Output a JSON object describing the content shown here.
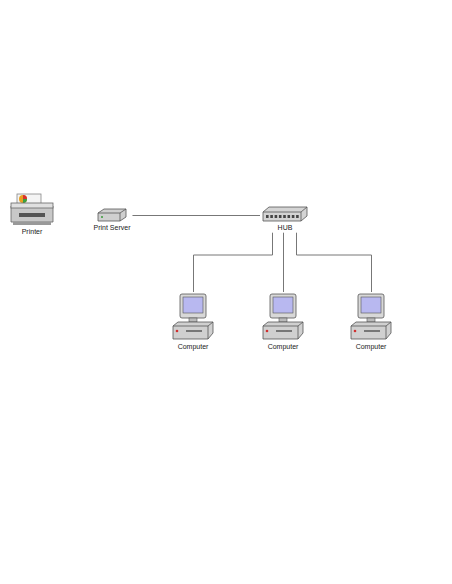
{
  "diagram": {
    "nodes": [
      {
        "text": [
          "Printer"
        ]
      },
      {
        "text": [
          "Print Server"
        ]
      },
      {
        "text": [
          "HUB"
        ]
      },
      {
        "text": [
          "Computer"
        ]
      },
      {
        "text": [
          "Computer"
        ]
      },
      {
        "text": [
          "Computer"
        ]
      }
    ],
    "edges": [
      {
        "from": 1,
        "to": 2,
        "arrow": "none"
      },
      {
        "from": 2,
        "to": 3,
        "arrow": "none"
      },
      {
        "from": 2,
        "to": 4,
        "arrow": "none"
      },
      {
        "from": 2,
        "to": 5,
        "arrow": "none"
      }
    ]
  }
}
